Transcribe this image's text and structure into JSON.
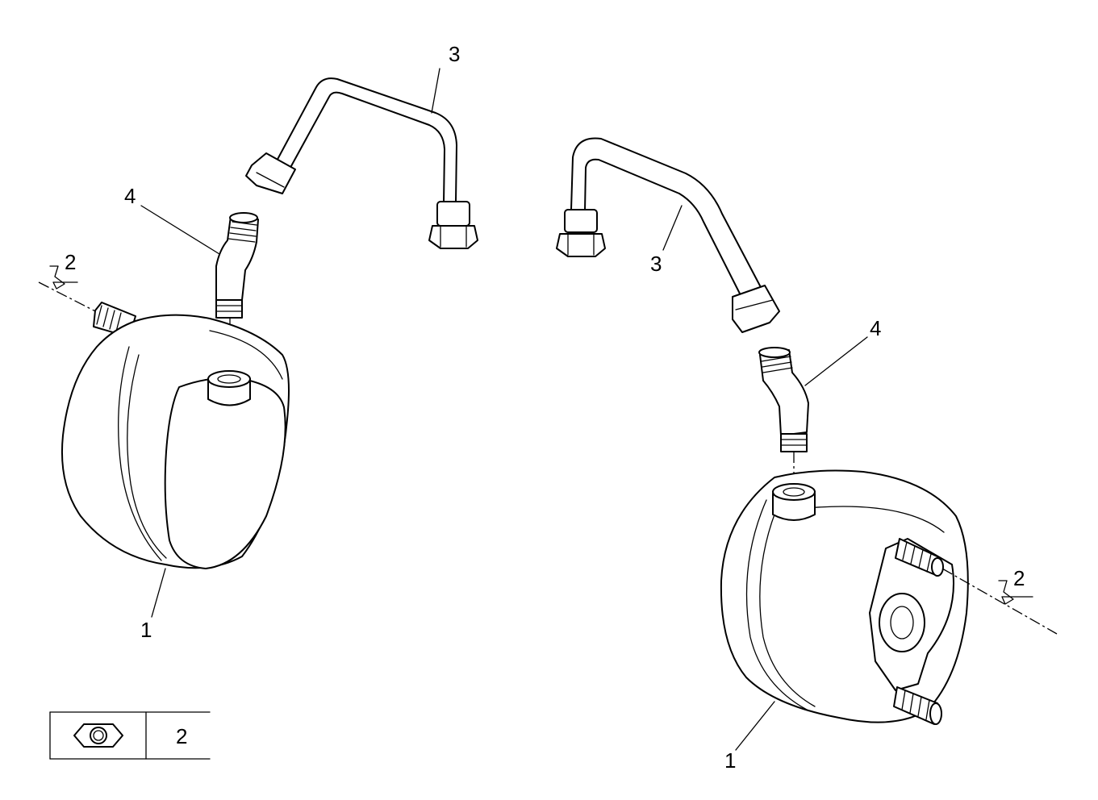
{
  "callouts": {
    "left_chamber": "1",
    "left_nut_ref": "2",
    "left_pipe": "3",
    "left_fitting": "4",
    "right_chamber": "1",
    "right_nut_ref": "2",
    "right_pipe": "3",
    "right_fitting": "4"
  },
  "legend": {
    "icon": "hex-nut-icon",
    "number": "2"
  }
}
